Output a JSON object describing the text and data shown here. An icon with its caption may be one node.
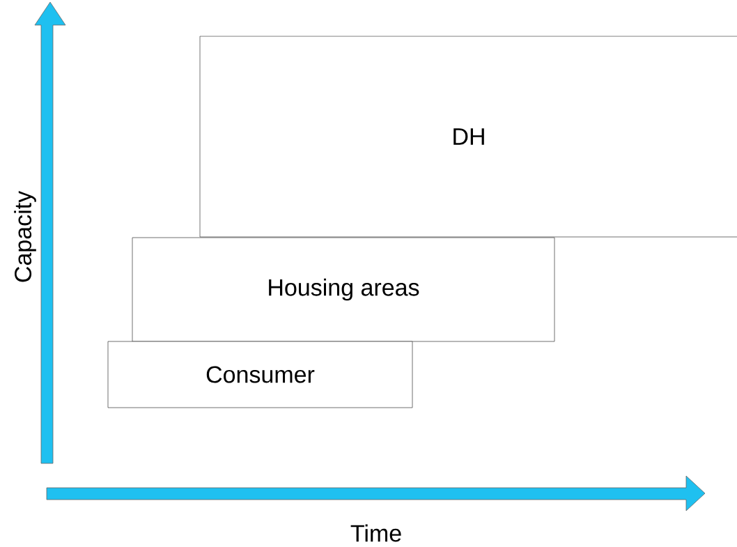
{
  "diagram": {
    "nodes": [
      {
        "text": [
          "DH"
        ]
      },
      {
        "text": [
          "Housing areas"
        ]
      },
      {
        "text": [
          "Consumer"
        ]
      }
    ],
    "labels": [
      "Capacity",
      "Time"
    ]
  }
}
